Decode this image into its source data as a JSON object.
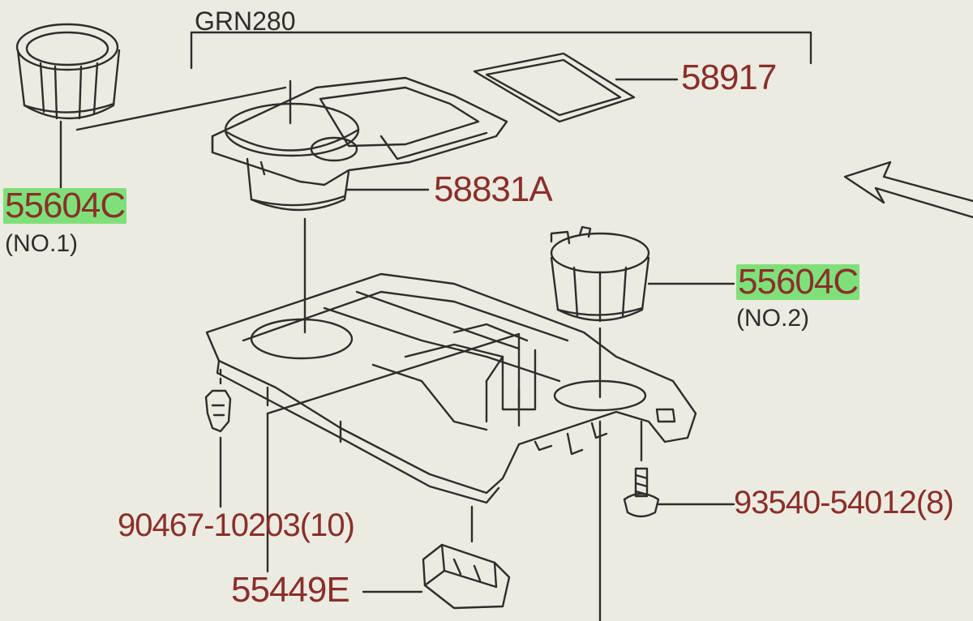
{
  "diagram": {
    "group_label": "GRN280",
    "parts": [
      {
        "id": "p58917",
        "number": "58917"
      },
      {
        "id": "p58831a",
        "number": "58831A"
      },
      {
        "id": "p55604c_1",
        "number": "55604C",
        "note": "(NO.1)",
        "highlighted": true
      },
      {
        "id": "p55604c_2",
        "number": "55604C",
        "note": "(NO.2)",
        "highlighted": true
      },
      {
        "id": "p90467",
        "number": "90467-10203(10)"
      },
      {
        "id": "p93540",
        "number": "93540-54012(8)"
      },
      {
        "id": "p55449e",
        "number": "55449E"
      }
    ],
    "colors": {
      "label_red": "#8a2f2a",
      "line": "#2e2d2a",
      "highlight": "#7fe07a",
      "background": "#ecebe2"
    }
  }
}
